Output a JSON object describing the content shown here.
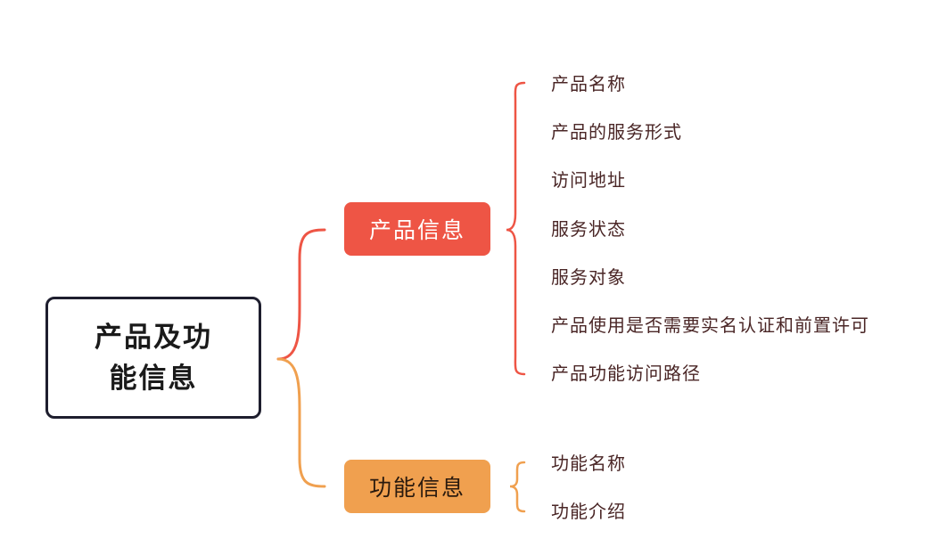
{
  "root": {
    "label": "产品及功能信息"
  },
  "branches": [
    {
      "label": "产品信息",
      "color": "#ee5545",
      "items": [
        "产品名称",
        "产品的服务形式",
        "访问地址",
        "服务状态",
        "服务对象",
        "产品使用是否需要实名认证和前置许可",
        "产品功能访问路径"
      ]
    },
    {
      "label": "功能信息",
      "color": "#f0a04f",
      "items": [
        "功能名称",
        "功能介绍"
      ]
    }
  ]
}
